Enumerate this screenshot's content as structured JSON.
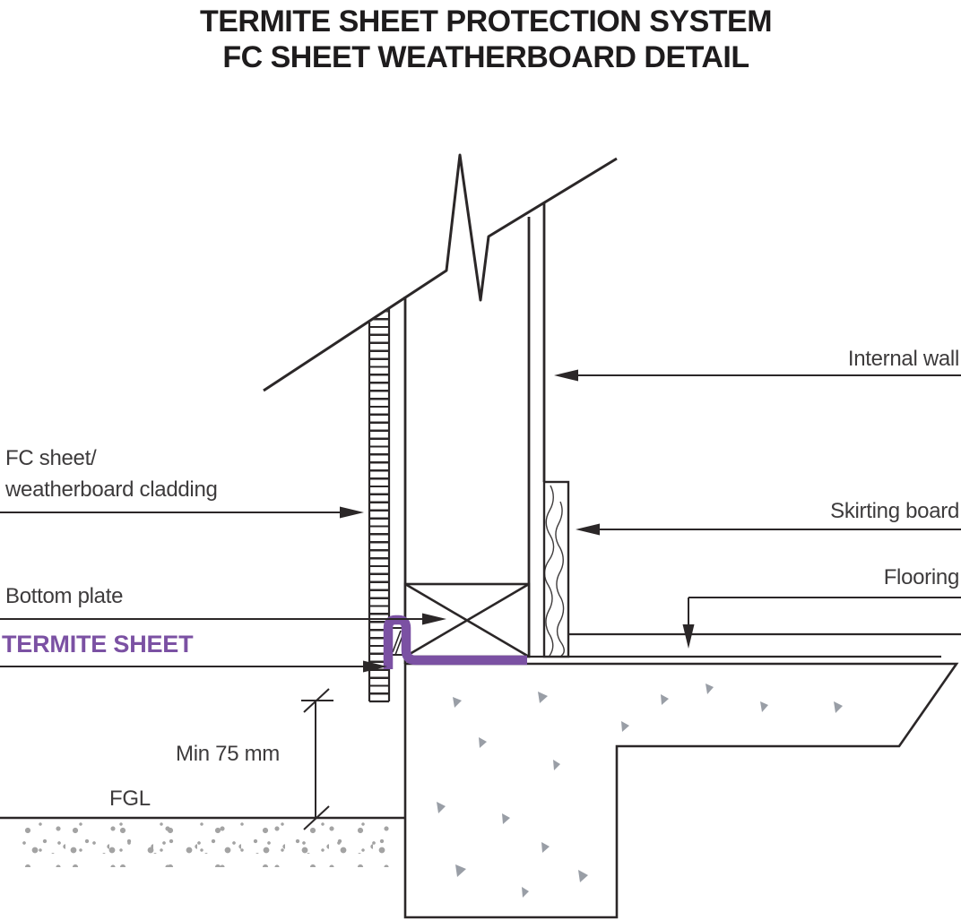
{
  "title": {
    "line1": "TERMITE SHEET PROTECTION SYSTEM",
    "line2": "FC SHEET WEATHERBOARD DETAIL"
  },
  "labels": {
    "fc_sheet": {
      "line1": "FC sheet/",
      "line2": "weatherboard cladding"
    },
    "bottom_plate": "Bottom plate",
    "termite_sheet": "TERMITE SHEET",
    "internal_wall": "Internal wall",
    "skirting_board": "Skirting board",
    "flooring": "Flooring",
    "min_dimension": "Min 75 mm",
    "fgl": "FGL"
  },
  "colors": {
    "line": "#2b2728",
    "title_text": "#1e1c1d",
    "label_text": "#3d3b3c",
    "termite_purple": "#7b51a3",
    "aggregate_gray": "#999ea6",
    "gravel_gray": "#a3a3a3"
  }
}
